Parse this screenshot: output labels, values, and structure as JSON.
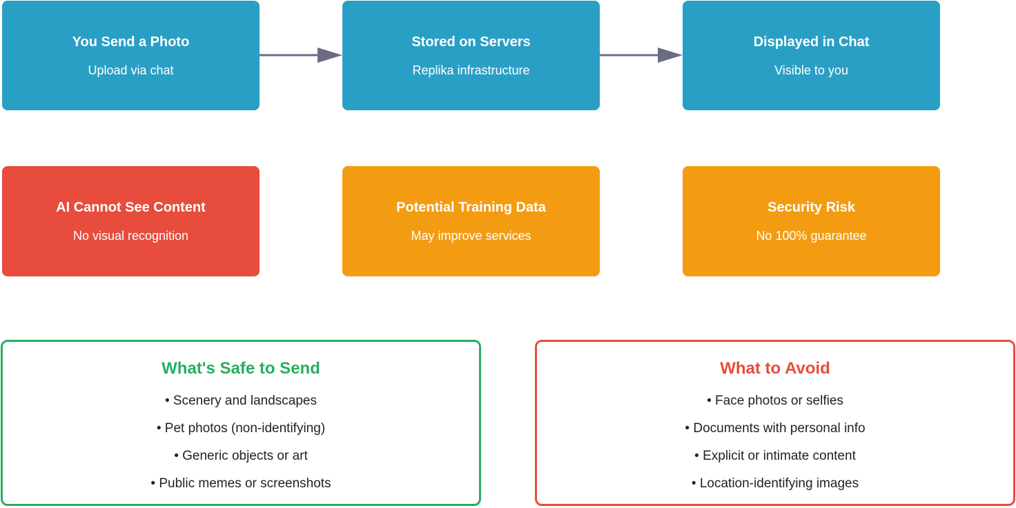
{
  "colors": {
    "flow_blue": "#2a9fc5",
    "red": "#e74c3c",
    "orange": "#f39c12",
    "green": "#27ae60",
    "arrow": "#6b6b82"
  },
  "flow": [
    {
      "title": "You Send a Photo",
      "subtitle": "Upload via chat"
    },
    {
      "title": "Stored on Servers",
      "subtitle": "Replika infrastructure"
    },
    {
      "title": "Displayed in Chat",
      "subtitle": "Visible to you"
    }
  ],
  "consequences": [
    {
      "title": "AI Cannot See Content",
      "subtitle": "No visual recognition"
    },
    {
      "title": "Potential Training Data",
      "subtitle": "May improve services"
    },
    {
      "title": "Security Risk",
      "subtitle": "No 100% guarantee"
    }
  ],
  "safe_panel": {
    "title": "What's Safe to Send",
    "items": [
      "Scenery and landscapes",
      "Pet photos (non-identifying)",
      "Generic objects or art",
      "Public memes or screenshots"
    ]
  },
  "avoid_panel": {
    "title": "What to Avoid",
    "items": [
      "Face photos or selfies",
      "Documents with personal info",
      "Explicit or intimate content",
      "Location-identifying images"
    ]
  }
}
